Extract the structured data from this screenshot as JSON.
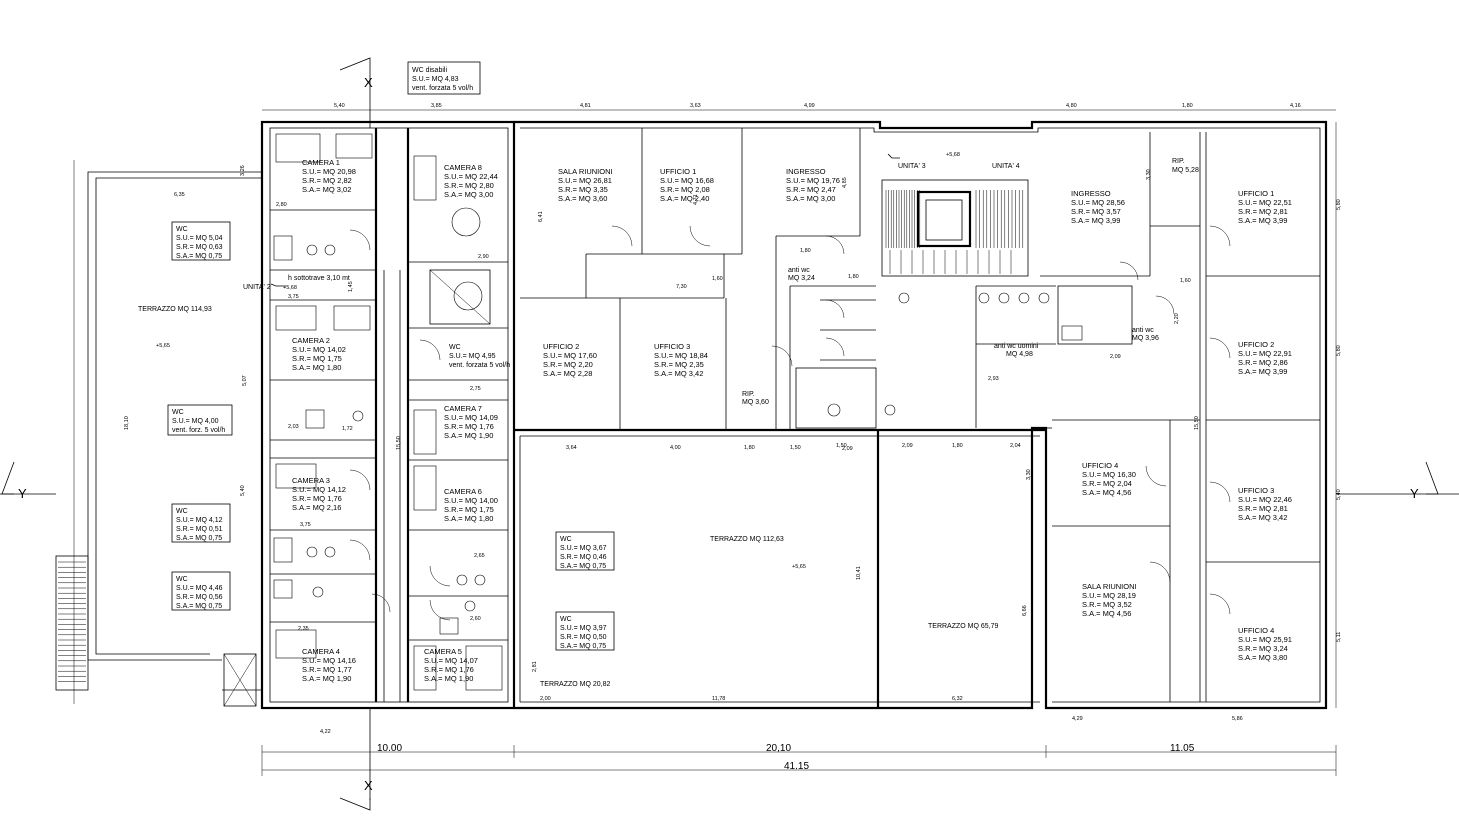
{
  "units": {
    "unita_2": "UNITA' 2",
    "unita_3": "UNITA' 3",
    "unita_4": "UNITA' 4"
  },
  "levels": {
    "l1": "+5,68",
    "l2": "+5,68",
    "l3": "+5,65",
    "l4": "+5,65"
  },
  "notes": {
    "sottotrave": "h sottotrave 3,10 mt",
    "wc_disabili_title": "WC disabili",
    "wc_disabili_su": "S.U.= MQ 4,83",
    "wc_disabili_vent": "vent. forzata 5 vol/h"
  },
  "section_marks": {
    "x": "X",
    "y": "Y"
  },
  "rooms": [
    {
      "name": "CAMERA 1",
      "su": "S.U.= MQ 20,98",
      "sr": "S.R.= MQ   2,82",
      "sa": "S.A.= MQ   3,02"
    },
    {
      "name": "CAMERA 8",
      "su": "S.U.= MQ 22,44",
      "sr": "S.R.= MQ   2,80",
      "sa": "S.A.= MQ   3,00"
    },
    {
      "name": "CAMERA 2",
      "su": "S.U.= MQ 14,02",
      "sr": "S.R.= MQ   1,75",
      "sa": "S.A.= MQ   1,80"
    },
    {
      "name": "CAMERA 7",
      "su": "S.U.= MQ 14,09",
      "sr": "S.R.= MQ   1,76",
      "sa": "S.A.= MQ   1,90"
    },
    {
      "name": "CAMERA 3",
      "su": "S.U.= MQ 14,12",
      "sr": "S.R.= MQ   1,76",
      "sa": "S.A.= MQ   2,16"
    },
    {
      "name": "CAMERA 6",
      "su": "S.U.= MQ 14,00",
      "sr": "S.R.= MQ   1,75",
      "sa": "S.A.= MQ   1,80"
    },
    {
      "name": "CAMERA 4",
      "su": "S.U.= MQ 14,16",
      "sr": "S.R.= MQ   1,77",
      "sa": "S.A.= MQ   1,90"
    },
    {
      "name": "CAMERA 5",
      "su": "S.U.= MQ 14,07",
      "sr": "S.R.= MQ   1,76",
      "sa": "S.A.= MQ   1,90"
    },
    {
      "name": "SALA RIUNIONI",
      "su": "S.U.= MQ 26,81",
      "sr": "S.R.= MQ   3,35",
      "sa": "S.A.= MQ   3,60"
    },
    {
      "name": "UFFICIO 1",
      "su": "S.U.= MQ 16,68",
      "sr": "S.R.= MQ   2,08",
      "sa": "S.A.= MQ   2,40"
    },
    {
      "name": "INGRESSO",
      "su": "S.U.= MQ 19,76",
      "sr": "S.R.= MQ   2,47",
      "sa": "S.A.= MQ   3,00"
    },
    {
      "name": "UFFICIO 2",
      "su": "S.U.= MQ 17,60",
      "sr": "S.R.= MQ   2,20",
      "sa": "S.A.= MQ   2,28"
    },
    {
      "name": "UFFICIO 3",
      "su": "S.U.= MQ 18,84",
      "sr": "S.R.= MQ   2,35",
      "sa": "S.A.= MQ   3,42"
    },
    {
      "name": "INGRESSO",
      "su": "S.U.= MQ 28,56",
      "sr": "S.R.= MQ   3,57",
      "sa": "S.A.= MQ   3,99"
    },
    {
      "name": "UFFICIO 1",
      "su": "S.U.= MQ 22,51",
      "sr": "S.R.= MQ   2,81",
      "sa": "S.A.= MQ   3,99"
    },
    {
      "name": "UFFICIO 2",
      "su": "S.U.= MQ 22,91",
      "sr": "S.R.= MQ   2,86",
      "sa": "S.A.= MQ   3,99"
    },
    {
      "name": "UFFICIO 4",
      "su": "S.U.= MQ 16,30",
      "sr": "S.R.= MQ   2,04",
      "sa": "S.A.= MQ   4,56"
    },
    {
      "name": "UFFICIO 3",
      "su": "S.U.= MQ 22,46",
      "sr": "S.R.= MQ   2,81",
      "sa": "S.A.= MQ   3,42"
    },
    {
      "name": "SALA RIUNIONI",
      "su": "S.U.= MQ 28,19",
      "sr": "S.R.= MQ   3,52",
      "sa": "S.A.= MQ   4,56"
    },
    {
      "name": "UFFICIO 4",
      "su": "S.U.= MQ 25,91",
      "sr": "S.R.= MQ   3,24",
      "sa": "S.A.= MQ   3,80"
    }
  ],
  "wc_boxes": [
    {
      "title": "WC",
      "l1": "S.U.= MQ 5,04",
      "l2": "S.R.= MQ 0,63",
      "l3": "S.A.= MQ 0,75"
    },
    {
      "title": "WC",
      "l1": "S.U.= MQ 4,00",
      "l2": "vent. forz. 5 vol/h",
      "l3": ""
    },
    {
      "title": "WC",
      "l1": "S.U.= MQ 4,12",
      "l2": "S.R.= MQ 0,51",
      "l3": "S.A.= MQ 0,75"
    },
    {
      "title": "WC",
      "l1": "S.U.= MQ 4,46",
      "l2": "S.R.= MQ 0,56",
      "l3": "S.A.= MQ 0,75"
    },
    {
      "title": "WC",
      "l1": "S.U.= MQ 3,67",
      "l2": "S.R.= MQ 0,46",
      "l3": "S.A.= MQ 0,75"
    },
    {
      "title": "WC",
      "l1": "S.U.= MQ 3,97",
      "l2": "S.R.= MQ 0,50",
      "l3": "S.A.= MQ 0,75"
    }
  ],
  "small_labels": {
    "wc_mid_title": "WC",
    "wc_mid_su": "S.U.= MQ 4,95",
    "wc_mid_vent": "vent. forzata 5 vol/h",
    "rip1_title": "RIP.",
    "rip1_su": "MQ 3,60",
    "rip2_title": "RIP.",
    "rip2_su": "MQ 5,28",
    "antiwc1_title": "anti wc",
    "antiwc1_su": "MQ 3,24",
    "antiwc2_title": "anti wc",
    "antiwc2_su": "MQ 3,96",
    "antiwc3_title": "anti wc uomini",
    "antiwc3_su": "MQ 4,98"
  },
  "terraces": {
    "t1": "TERRAZZO MQ 114,93",
    "t2": "TERRAZZO MQ 112,63",
    "t3": "TERRAZZO MQ 65,79",
    "t4": "TERRAZZO MQ 20,82"
  },
  "dimensions": {
    "overall": "41.15",
    "seg1": "10.00",
    "seg2": "20,10",
    "seg3": "11.05",
    "top": [
      "5,40",
      "3,85",
      "4,81",
      "3,63",
      "4,99",
      "4,80",
      "1,80",
      "4,16"
    ],
    "misc": [
      "6,35",
      "2,80",
      "2,90",
      "3,75",
      "2,03",
      "1,72",
      "2,75",
      "2,65",
      "2,60",
      "3,75",
      "2,35",
      "7,30",
      "1,60",
      "1,80",
      "1,80",
      "1,50",
      "2,09",
      "2,09",
      "1,80",
      "2,04",
      "2,09",
      "2,93",
      "1,60",
      "3,64",
      "4,00",
      "1,80",
      "1,50",
      "2,00",
      "11,78",
      "6,32",
      "4,29",
      "5,86",
      "4,22"
    ],
    "vertical": [
      "18,10",
      "15,50",
      "15,50",
      "10,41",
      "3,26",
      "5,07",
      "5,40",
      "5,80",
      "5,80",
      "5,40",
      "5,11",
      "6,41",
      "4,85",
      "3,30",
      "4,71",
      "6,66",
      "3,30",
      "2,20",
      "1,45",
      "2,81"
    ]
  }
}
